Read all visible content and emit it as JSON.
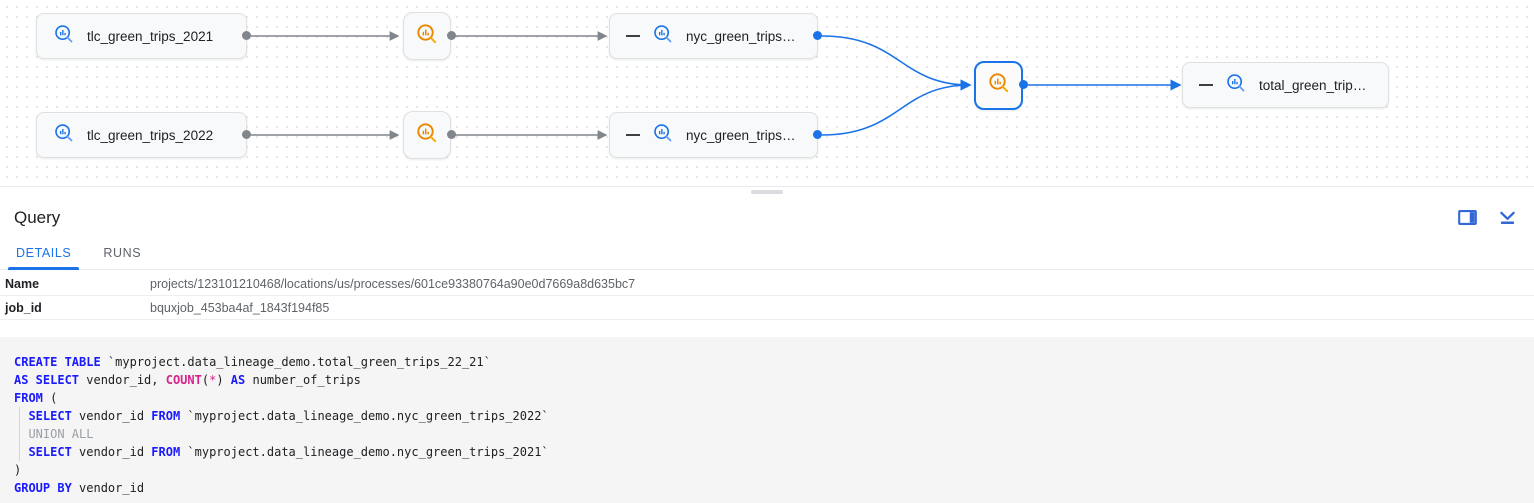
{
  "graph": {
    "nodes": [
      {
        "id": "tlc2021",
        "label": "tlc_green_trips_2021",
        "icon": "bigquery-table-icon-blue",
        "type": "table",
        "has_dash": false
      },
      {
        "id": "tlc2022",
        "label": "tlc_green_trips_2022",
        "icon": "bigquery-table-icon-blue",
        "type": "table",
        "has_dash": false
      },
      {
        "id": "proc1",
        "label": "",
        "icon": "bigquery-process-icon-orange",
        "type": "process",
        "has_dash": false
      },
      {
        "id": "proc2",
        "label": "",
        "icon": "bigquery-process-icon-orange",
        "type": "process",
        "has_dash": false
      },
      {
        "id": "nyc2021",
        "label": "nyc_green_trips…",
        "icon": "bigquery-table-icon-blue",
        "type": "table",
        "has_dash": true
      },
      {
        "id": "nyc2022",
        "label": "nyc_green_trips…",
        "icon": "bigquery-table-icon-blue",
        "type": "table",
        "has_dash": true
      },
      {
        "id": "procSel",
        "label": "",
        "icon": "bigquery-process-icon-orange",
        "type": "process-selected",
        "has_dash": false
      },
      {
        "id": "total",
        "label": "total_green_trip…",
        "icon": "bigquery-table-icon-blue",
        "type": "table",
        "has_dash": true
      }
    ],
    "edge_color_default": "#80868b",
    "edge_color_selected": "#1a73e8"
  },
  "panel": {
    "title": "Query",
    "actions": [
      {
        "name": "split-pane-icon",
        "tooltip": "Split pane"
      },
      {
        "name": "collapse-panel-icon",
        "tooltip": "Collapse"
      }
    ],
    "tabs": [
      {
        "label": "DETAILS",
        "active": true
      },
      {
        "label": "RUNS",
        "active": false
      }
    ],
    "details": [
      {
        "key": "Name",
        "value": "projects/123101210468/locations/us/processes/601ce93380764a90e0d7669a8d635bc7"
      },
      {
        "key": "job_id",
        "value": "bquxjob_453ba4af_1843f194f85"
      }
    ]
  },
  "sql": {
    "lines": [
      [
        {
          "t": "CREATE TABLE ",
          "c": "kw"
        },
        {
          "t": "`myproject.data_lineage_demo.total_green_trips_22_21`",
          "c": "plain"
        }
      ],
      [
        {
          "t": "AS SELECT ",
          "c": "kw"
        },
        {
          "t": "vendor_id, ",
          "c": "plain"
        },
        {
          "t": "COUNT",
          "c": "fn"
        },
        {
          "t": "(",
          "c": "plain"
        },
        {
          "t": "*",
          "c": "op"
        },
        {
          "t": ") ",
          "c": "plain"
        },
        {
          "t": "AS ",
          "c": "kw"
        },
        {
          "t": "number_of_trips",
          "c": "plain"
        }
      ],
      [
        {
          "t": "FROM ",
          "c": "kw"
        },
        {
          "t": "(",
          "c": "plain"
        }
      ],
      [
        {
          "t": "  ",
          "c": "plain"
        },
        {
          "t": "SELECT ",
          "c": "kw"
        },
        {
          "t": "vendor_id ",
          "c": "plain"
        },
        {
          "t": "FROM ",
          "c": "kw"
        },
        {
          "t": "`myproject.data_lineage_demo.nyc_green_trips_2022`",
          "c": "plain"
        }
      ],
      [
        {
          "t": "  ",
          "c": "plain"
        },
        {
          "t": "UNION ALL",
          "c": "cmt"
        }
      ],
      [
        {
          "t": "  ",
          "c": "plain"
        },
        {
          "t": "SELECT ",
          "c": "kw"
        },
        {
          "t": "vendor_id ",
          "c": "plain"
        },
        {
          "t": "FROM ",
          "c": "kw"
        },
        {
          "t": "`myproject.data_lineage_demo.nyc_green_trips_2021`",
          "c": "plain"
        }
      ],
      [
        {
          "t": ")",
          "c": "plain"
        }
      ],
      [
        {
          "t": "GROUP BY ",
          "c": "kw"
        },
        {
          "t": "vendor_id",
          "c": "plain"
        }
      ]
    ],
    "colors": {
      "keyword": "#1a1aff",
      "function": "#d6248a",
      "comment": "#9aa0a6",
      "plain": "#202124",
      "background": "#f5f5f5"
    }
  }
}
